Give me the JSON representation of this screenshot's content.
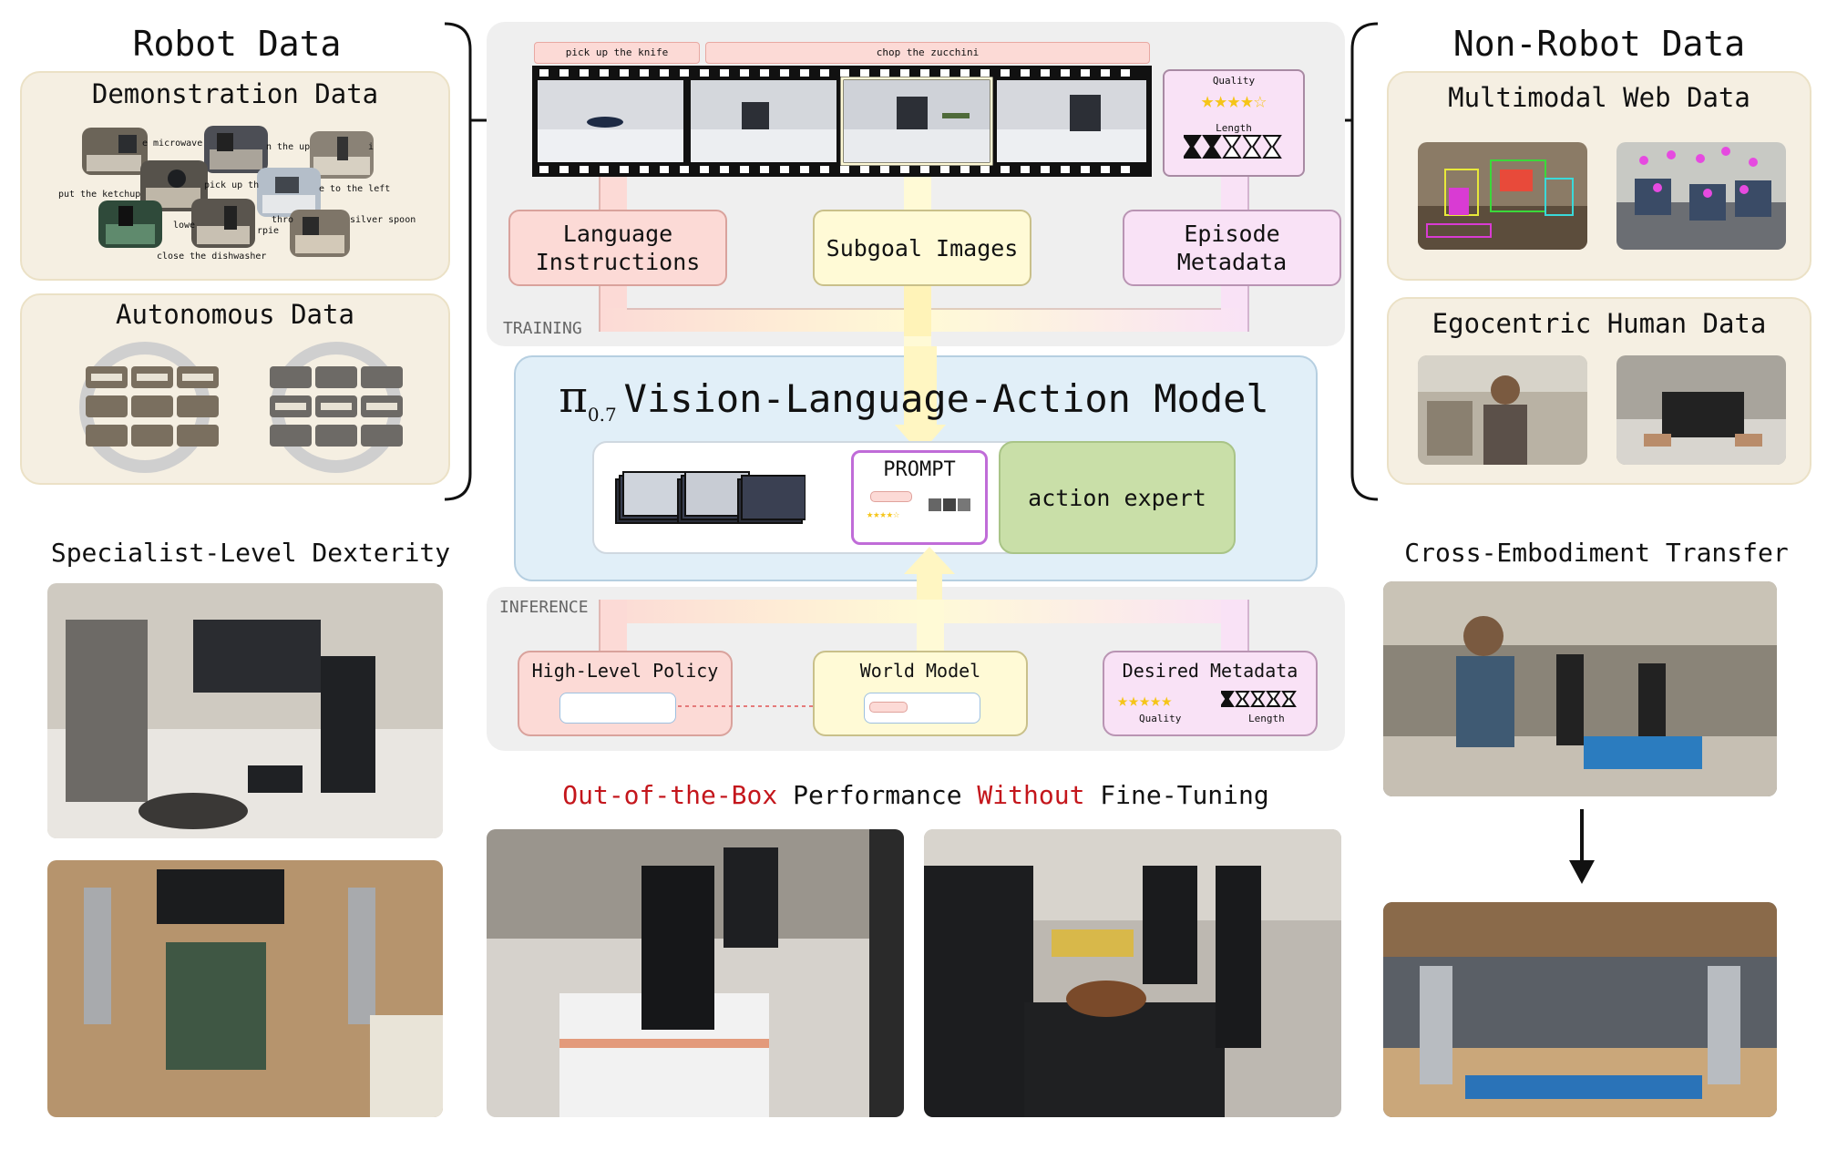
{
  "robot_data": {
    "title": "Robot Data",
    "demonstration": {
      "title": "Demonstration Data",
      "captions": [
        "put the ketchup",
        "e microwave",
        "n the up",
        "pick up th",
        "e to the left",
        "i",
        "lowe",
        "rpie",
        "thro",
        "silver spoon",
        "close the dishwasher"
      ]
    },
    "autonomous": {
      "title": "Autonomous Data"
    }
  },
  "non_robot_data": {
    "title": "Non-Robot Data",
    "web": {
      "title": "Multimodal Web Data"
    },
    "human": {
      "title": "Egocentric Human Data"
    }
  },
  "training": {
    "tag": "TRAINING",
    "film_labels": [
      "pick up the knife",
      "chop the zucchini"
    ],
    "quality_label": "Quality",
    "length_label": "Length",
    "quality_stars": 4,
    "length_filled": 2,
    "boxes": {
      "language": "Language\nInstructions",
      "subgoal": "Subgoal Images",
      "metadata": "Episode\nMetadata"
    }
  },
  "vla": {
    "pi": "π",
    "pi_sub": "0.7",
    "title": "Vision-Language-Action Model",
    "prompt": "PROMPT",
    "action_expert": "action expert",
    "prompt_stars": 4
  },
  "inference": {
    "tag": "INFERENCE",
    "high_level": "High-Level Policy",
    "world_model": "World Model",
    "desired_metadata": "Desired Metadata",
    "quality_label": "Quality",
    "length_label": "Length",
    "quality_stars": 5,
    "length_filled": 1
  },
  "bottom": {
    "dexterity": "Specialist-Level Dexterity",
    "transfer": "Cross-Embodiment Transfer",
    "oob_part1": "Out-of-the-Box",
    "oob_part2": " Performance ",
    "oob_part3": "Without",
    "oob_part4": " Fine-Tuning"
  },
  "colors": {
    "panel": "#f5efe2",
    "training_bg": "#f0f0f0",
    "vla_bg": "#e1eff8",
    "language": "#fcdad6",
    "subgoal": "#fffad6",
    "metadata": "#f9e2f6",
    "action_expert": "#c9dfa8",
    "highlight_red": "#c4161c",
    "star": "#f5c518"
  },
  "icons": [
    "bracket-left-icon",
    "bracket-right-icon",
    "arrow-right-icon",
    "arrow-left-icon",
    "arrow-down-icon",
    "star-icon",
    "hourglass-icon",
    "dotted-arrow-icon"
  ]
}
